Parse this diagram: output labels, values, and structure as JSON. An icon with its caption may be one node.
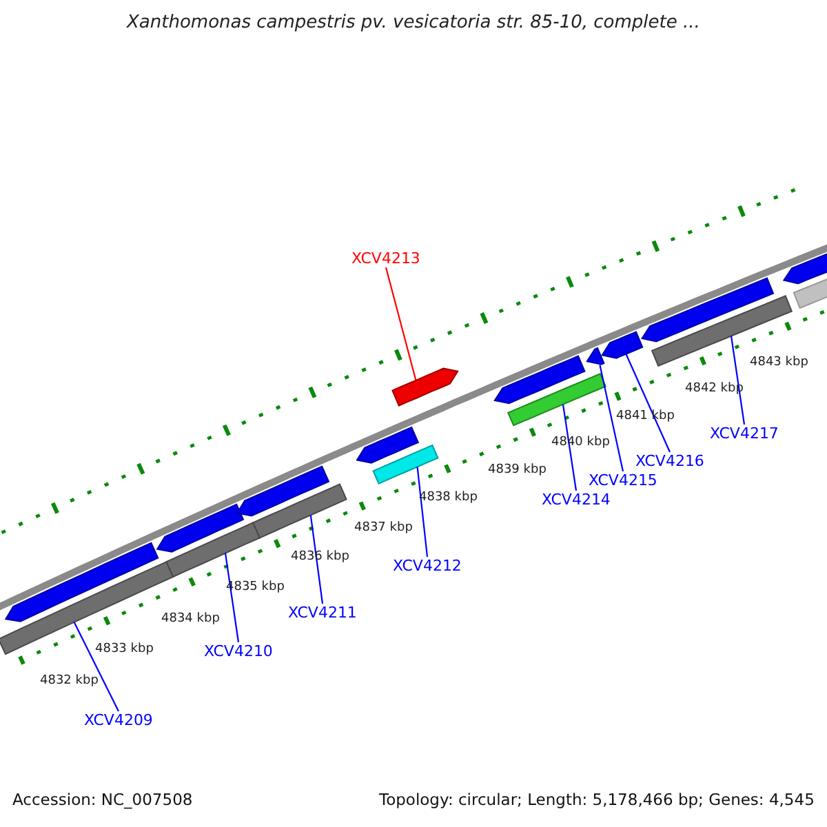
{
  "diagram": {
    "title": "Xanthomonas campestris pv. vesicatoria str. 85-10, complete ...",
    "nodes": [
      {
        "text": [
          "XCV4209"
        ]
      },
      {
        "text": [
          "XCV4210"
        ]
      },
      {
        "text": [
          "XCV4211"
        ]
      },
      {
        "text": [
          "XCV4212"
        ]
      },
      {
        "text": [
          "XCV4213"
        ]
      },
      {
        "text": [
          "XCV4214"
        ]
      },
      {
        "text": [
          "XCV4215"
        ]
      },
      {
        "text": [
          "XCV4216"
        ]
      },
      {
        "text": [
          "XCV4217"
        ]
      },
      {
        "text": [],
        "shape": "pentagon"
      },
      {
        "text": [],
        "shape": "bar"
      },
      {
        "text": [],
        "shape": "pentagon"
      },
      {
        "text": [],
        "shape": "bar"
      },
      {
        "text": [],
        "shape": "pentagon"
      },
      {
        "text": [],
        "shape": "bar"
      },
      {
        "text": [],
        "shape": "pentagon"
      },
      {
        "text": [],
        "shape": "bar"
      },
      {
        "text": [],
        "shape": "pentagon"
      },
      {
        "text": [],
        "shape": "pentagon"
      },
      {
        "text": [],
        "shape": "bar"
      },
      {
        "text": [],
        "shape": "pentagon"
      },
      {
        "text": [],
        "shape": "pentagon"
      },
      {
        "text": [],
        "shape": "pentagon"
      },
      {
        "text": [],
        "shape": "bar"
      },
      {
        "text": [],
        "shape": "pentagon"
      },
      {
        "text": [],
        "shape": "bar"
      }
    ],
    "edges": [
      {
        "from": 0,
        "to": 10,
        "arrow": "none"
      },
      {
        "from": 1,
        "to": 12,
        "arrow": "none"
      },
      {
        "from": 2,
        "to": 14,
        "arrow": "none"
      },
      {
        "from": 3,
        "to": 16,
        "arrow": "none"
      },
      {
        "from": 4,
        "to": 17,
        "arrow": "none",
        "color": "#ff0000"
      },
      {
        "from": 5,
        "to": 19,
        "arrow": "none"
      },
      {
        "from": 6,
        "to": 20,
        "arrow": "none"
      },
      {
        "from": 7,
        "to": 21,
        "arrow": "none"
      },
      {
        "from": 8,
        "to": 23,
        "arrow": "none"
      }
    ],
    "labels": [
      "4832 kbp",
      "4833 kbp",
      "4834 kbp",
      "4835 kbp",
      "4836 kbp",
      "4837 kbp",
      "4838 kbp",
      "4839 kbp",
      "4840 kbp",
      "4841 kbp",
      "4842 kbp",
      "4843 kbp",
      "Accession: NC_007508",
      "Topology: circular; Length: 5,178,466 bp; Genes: 4,545"
    ]
  }
}
